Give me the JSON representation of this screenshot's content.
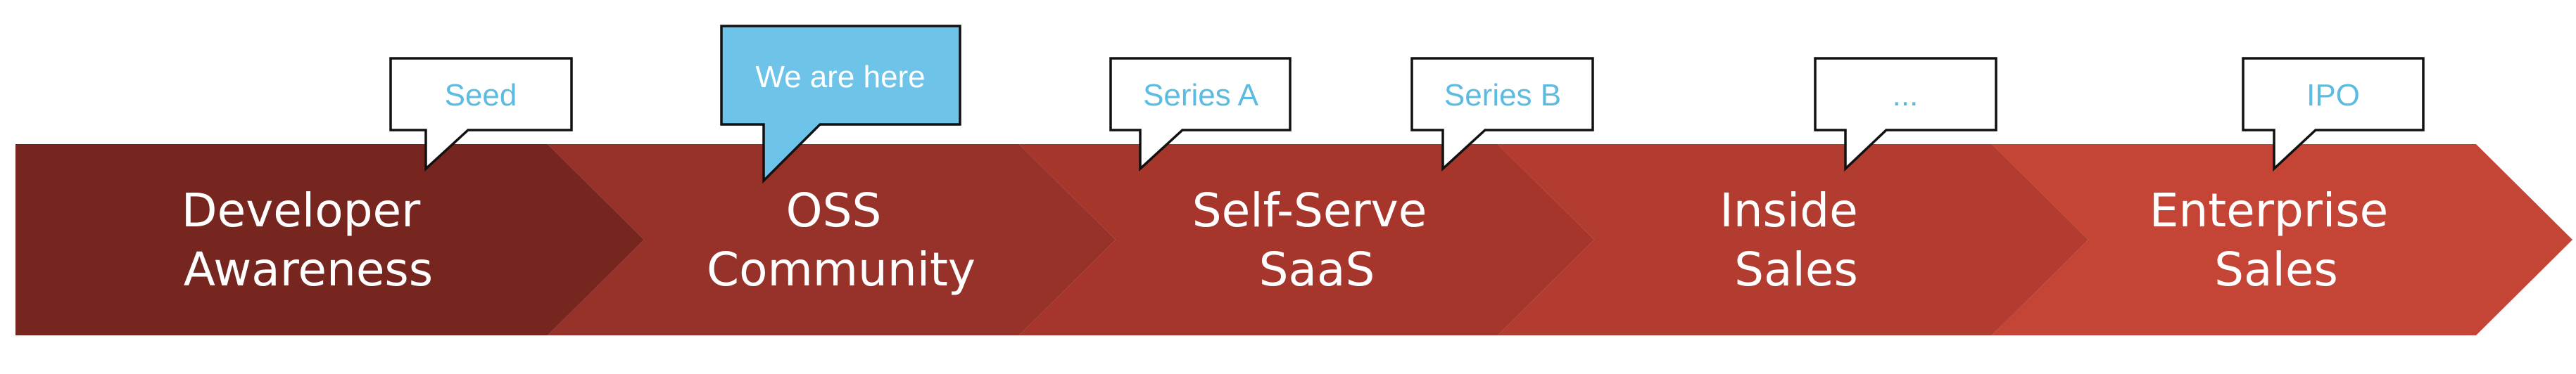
{
  "stages": [
    {
      "line1": "Developer",
      "line2": "Awareness",
      "color": "#76261e"
    },
    {
      "line1": "OSS",
      "line2": "Community",
      "color": "#963229"
    },
    {
      "line1": "Self-Serve",
      "line2": "SaaS",
      "color": "#a6362c"
    },
    {
      "line1": "Inside",
      "line2": "Sales",
      "color": "#b23c30"
    },
    {
      "line1": "Enterprise",
      "line2": "Sales",
      "color": "#c44435"
    }
  ],
  "callouts": [
    {
      "label": "Seed",
      "highlight": false
    },
    {
      "label": "We are here",
      "highlight": true
    },
    {
      "label": "Series A",
      "highlight": false
    },
    {
      "label": "Series B",
      "highlight": false
    },
    {
      "label": "...",
      "highlight": false
    },
    {
      "label": "IPO",
      "highlight": false
    }
  ],
  "colors": {
    "callout_text": "#5bbbe0",
    "callout_highlight_fill": "#6ec3e8",
    "callout_border": "#111111"
  }
}
